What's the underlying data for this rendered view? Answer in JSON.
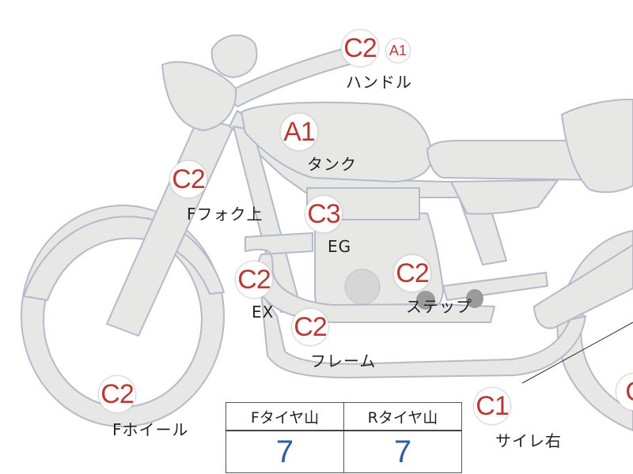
{
  "parts": {
    "handle": {
      "grade": "C2",
      "sub_grade": "A1",
      "label": "ハンドル"
    },
    "tank": {
      "grade": "A1",
      "label": "タンク"
    },
    "fork_upper": {
      "grade": "C2",
      "label": "Fフォク上"
    },
    "engine": {
      "grade": "C3",
      "label": "EG"
    },
    "exhaust": {
      "grade": "C2",
      "label": "EX"
    },
    "step": {
      "grade": "C2",
      "label": "ステップ"
    },
    "frame": {
      "grade": "C2",
      "label": "フレーム"
    },
    "front_wheel": {
      "grade": "C2",
      "label": "Fホイール"
    },
    "side_cover_right": {
      "grade": "C1",
      "label": "サイレ右"
    },
    "rear_edge": {
      "grade": "C"
    }
  },
  "tire_table": {
    "front_header": "Fタイヤ山",
    "rear_header": "Rタイヤ山",
    "front_value": "7",
    "rear_value": "7"
  },
  "colors": {
    "grade_text": "#b83a34",
    "tire_value": "#2b5ea5",
    "bike_fill": "#e7e7e5",
    "bike_stroke": "#b5b9c9"
  }
}
